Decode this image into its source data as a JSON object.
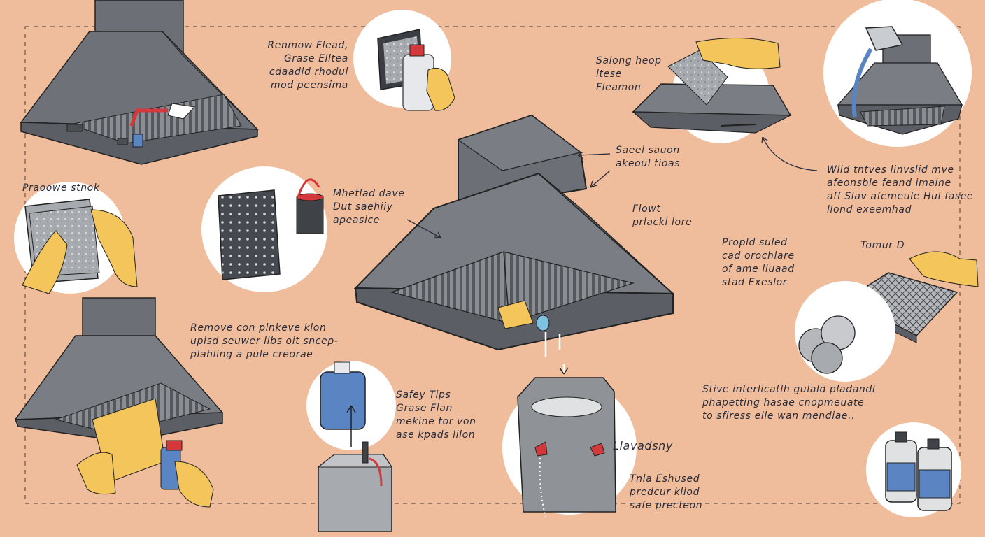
{
  "colors": {
    "background": "#efbd9c",
    "hood_dark": "#5e6167",
    "hood_mid": "#7a7d83",
    "hood_light": "#8f9297",
    "glove": "#f3c55a",
    "bottle_blue": "#5b84c2",
    "accent_red": "#d3393a",
    "circle": "#ffffff",
    "ink": "#2a2c3a"
  },
  "labels": {
    "remove_filter": [
      "Renmow Flead,",
      "Grase Elltea",
      "cdaadld rhodul",
      "mod peensima"
    ],
    "soaking_step": [
      "Salong heop",
      "ltese",
      "Fleamon"
    ],
    "outer_note": [
      "Wlid tntves linvslid mve",
      "afeonsble feand imaine",
      "aff Slav afemeule Hul fasee",
      "llond exeemhad"
    ],
    "prepare_stack": [
      "Praoowe stnok"
    ],
    "method_note": [
      "Mhetlad dave",
      "Dut saehiiy",
      "apeasice"
    ],
    "steel_note": [
      "Saeel sauon",
      "akeoul tioas"
    ],
    "front_note": [
      "Flowt",
      "prlackl lore"
    ],
    "proper_note": [
      "Propld suled",
      "cad orochlare",
      "of ame liuaad",
      "stad Exeslor"
    ],
    "tomur_note": [
      "Tomur D"
    ],
    "remove_note": [
      "Remove con plnkeve klon",
      "upisd seuwer llbs oit sncep-",
      "plahling a pule creorae"
    ],
    "safety_tips": [
      "Safey Tips",
      "Grase Flan",
      "mekine tor von",
      "ase kpads lilon"
    ],
    "surface_note": [
      "Stive interlicatlh gulald pladandl",
      "phapetting hasae cnopmeuate",
      "to sfiress elle wan mendiae.."
    ],
    "laundry": [
      "Llavadsny"
    ],
    "trash_note": [
      "Tnla Eshused",
      "predcur kliod",
      "safe precteon"
    ]
  },
  "icons": [
    "range-hood-top-left-icon",
    "filter-spray-icon",
    "filter-wipe-icon",
    "hood-spray-icon",
    "stack-filters-icon",
    "filter-plate-icon",
    "paint-can-icon",
    "main-range-hood-icon",
    "jug-icon",
    "bin-icon",
    "trash-can-icon",
    "degrease-tray-icon",
    "towels-icon",
    "scrub-hood-icon",
    "bottles-icon"
  ]
}
